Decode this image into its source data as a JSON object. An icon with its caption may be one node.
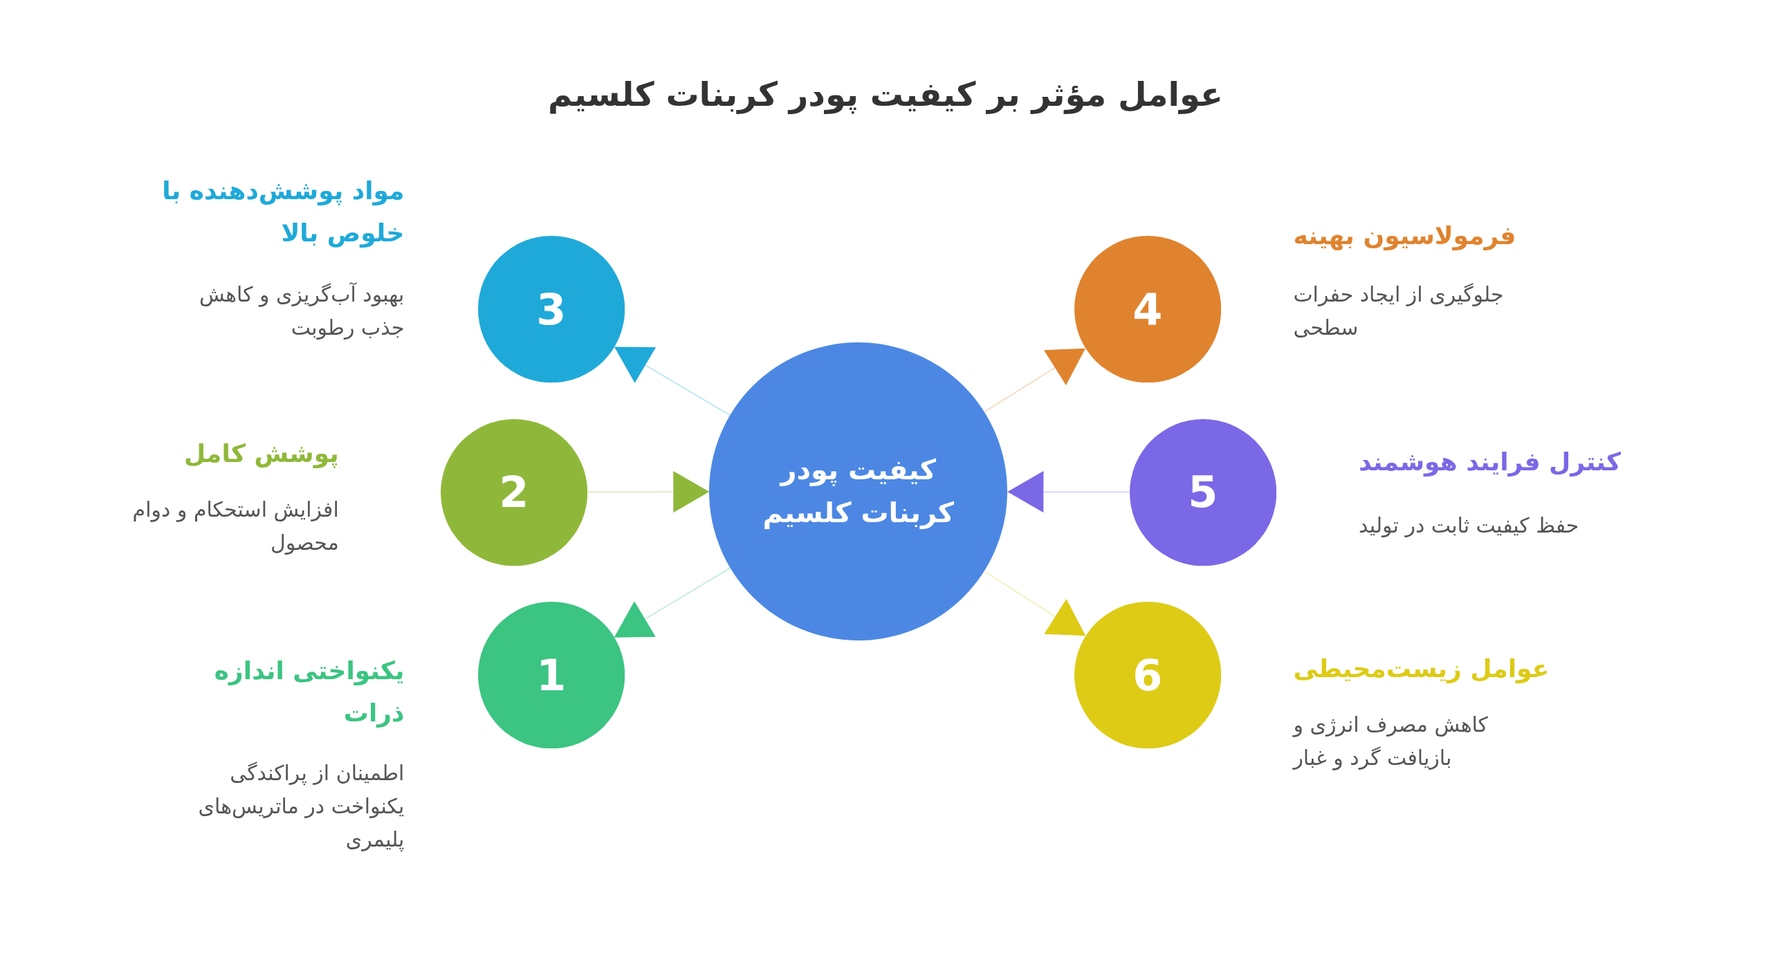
{
  "diagram": {
    "title": "عوامل مؤثر بر کیفیت پودر کربنات کلسیم",
    "nodes": [
      {
        "text": [
          "کیفیت پودر کربنات کلسیم"
        ]
      },
      {
        "text": [
          "1"
        ],
        "beside": [
          "یکنواختی اندازه ذرات",
          "اطمینان از پراکندگی یکنواخت در ماتریس‌های پلیمری"
        ]
      },
      {
        "text": [
          "2"
        ],
        "beside": [
          "پوشش کامل",
          "افزایش استحکام و دوام محصول"
        ]
      },
      {
        "text": [
          "3"
        ],
        "beside": [
          "مواد پوشش‌دهنده با خلوص بالا",
          "بهبود آب‌گریزی و کاهش جذب رطوبت"
        ]
      },
      {
        "text": [
          "4"
        ],
        "beside": [
          "فرمولاسیون بهینه",
          "جلوگیری از ایجاد حفرات سطحی"
        ]
      },
      {
        "text": [
          "5"
        ],
        "beside": [
          "کنترل فرایند هوشمند",
          "حفظ کیفیت ثابت در تولید"
        ]
      },
      {
        "text": [
          "6"
        ],
        "beside": [
          "عوامل زیست‌محیطی",
          "کاهش مصرف انرژی و بازیافت گرد و غبار"
        ]
      }
    ],
    "edges": [
      {
        "from": 0,
        "to": 1,
        "arrow": "to",
        "color": "#3cc482"
      },
      {
        "from": 2,
        "to": 0,
        "arrow": "to",
        "color": "#8fb83a"
      },
      {
        "from": 0,
        "to": 3,
        "arrow": "to",
        "color": "#1fa9d9"
      },
      {
        "from": 0,
        "to": 4,
        "arrow": "to",
        "color": "#e0832f"
      },
      {
        "from": 5,
        "to": 0,
        "arrow": "to",
        "color": "#7b68e6"
      },
      {
        "from": 0,
        "to": 6,
        "arrow": "to",
        "color": "#ddcb16"
      }
    ]
  }
}
